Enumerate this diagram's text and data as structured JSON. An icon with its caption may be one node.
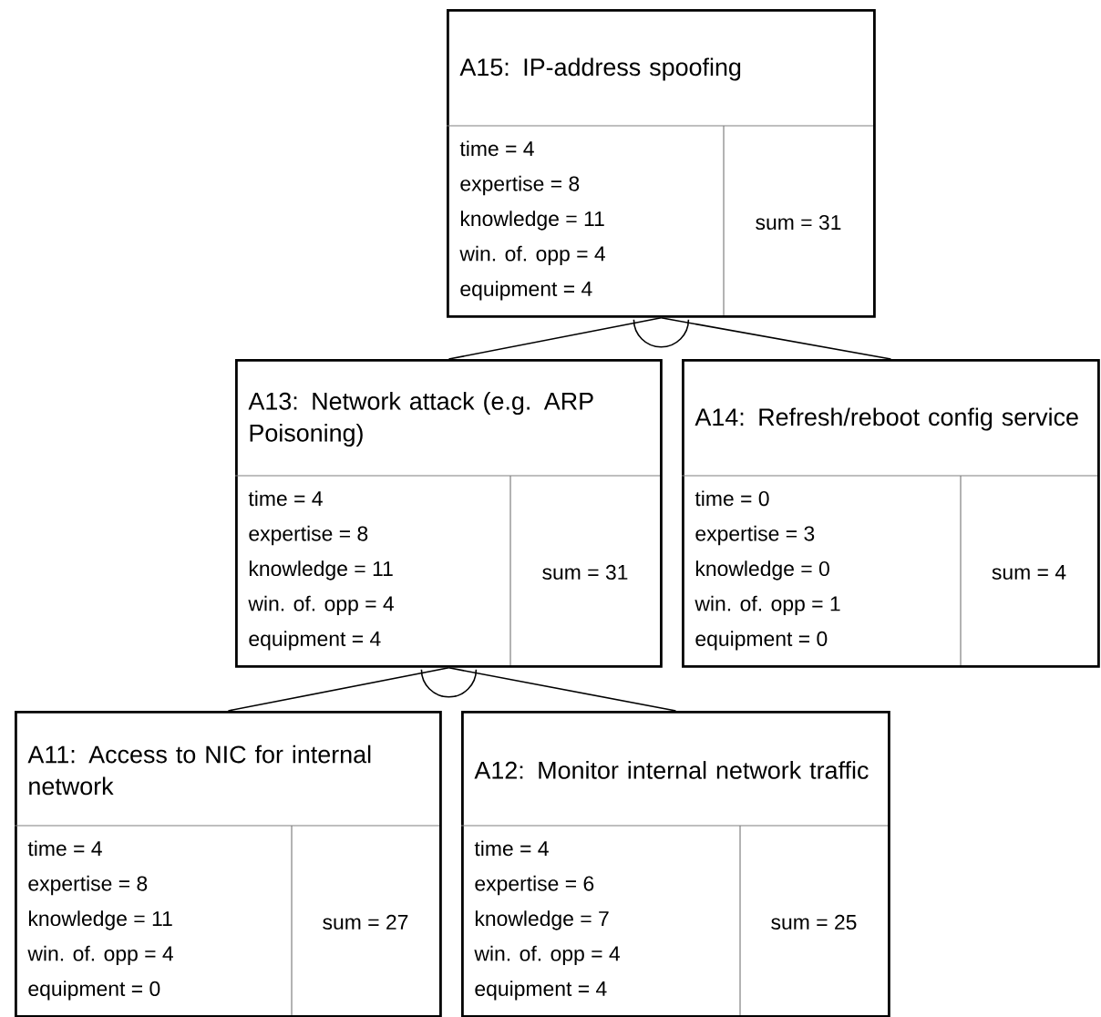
{
  "diagram": {
    "nodes": [
      {
        "text": [
          "A15: IP-address spoofing",
          "time = 4",
          "expertise = 8",
          "knowledge = 11",
          "win. of. opp = 4",
          "equipment = 4",
          "sum = 31"
        ]
      },
      {
        "text": [
          "A13: Network attack (e.g. ARP Poisoning)",
          "time = 4",
          "expertise = 8",
          "knowledge = 11",
          "win. of. opp = 4",
          "equipment = 4",
          "sum = 31"
        ]
      },
      {
        "text": [
          "A14: Refresh/reboot config service",
          "time = 0",
          "expertise = 3",
          "knowledge = 0",
          "win. of. opp = 1",
          "equipment = 0",
          "sum = 4"
        ]
      },
      {
        "text": [
          "A11: Access to NIC for internal network",
          "time = 4",
          "expertise = 8",
          "knowledge = 11",
          "win. of. opp = 4",
          "equipment = 0",
          "sum = 27"
        ]
      },
      {
        "text": [
          "A12: Monitor internal network traffic",
          "time = 4",
          "expertise = 6",
          "knowledge = 7",
          "win. of. opp = 4",
          "equipment = 4",
          "sum = 25"
        ]
      }
    ],
    "edges": [
      {
        "from": 0,
        "to": 1,
        "arrow": "none"
      },
      {
        "from": 0,
        "to": 2,
        "arrow": "none"
      },
      {
        "from": 1,
        "to": 3,
        "arrow": "none"
      },
      {
        "from": 1,
        "to": 4,
        "arrow": "none"
      }
    ]
  }
}
